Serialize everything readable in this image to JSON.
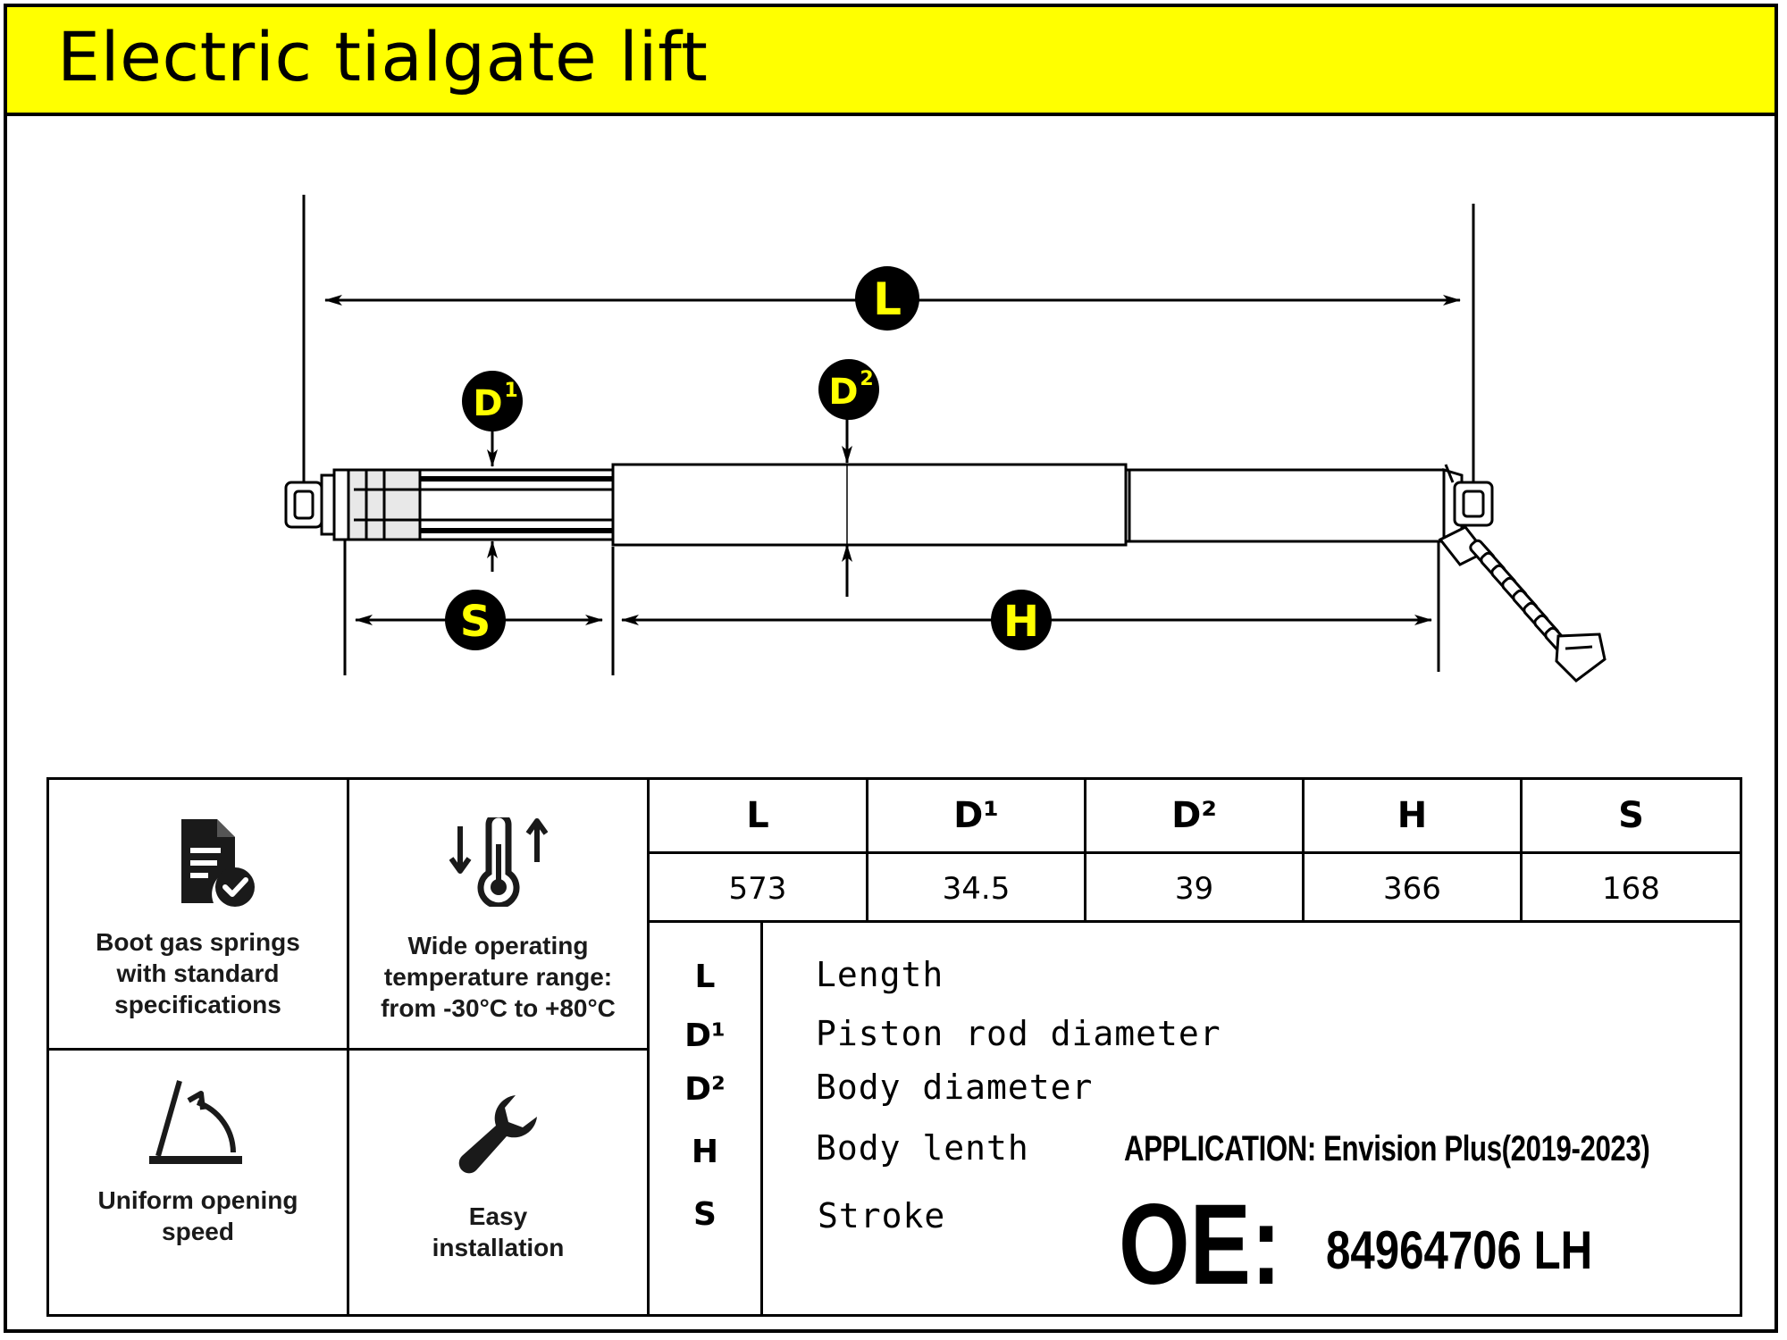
{
  "title": "Electric tialgate lift",
  "colors": {
    "accent": "#ffff00",
    "ink": "#000000",
    "badge_text": "#ffff00"
  },
  "diagram_labels": {
    "L": "L",
    "D1_base": "D",
    "D1_sup": "1",
    "D2_base": "D",
    "D2_sup": "2",
    "S": "S",
    "H": "H"
  },
  "features": [
    {
      "icon": "document-check-icon",
      "label_lines": [
        "Boot gas springs",
        "with standard",
        "specifications"
      ]
    },
    {
      "icon": "thermometer-arrows-icon",
      "label_lines": [
        "Wide operating",
        "temperature range:",
        "from -30°C to +80°C"
      ]
    },
    {
      "icon": "opening-angle-icon",
      "label_lines": [
        "Uniform opening",
        "speed"
      ]
    },
    {
      "icon": "wrench-icon",
      "label_lines": [
        "Easy",
        "installation"
      ]
    }
  ],
  "spec_table": {
    "headers": [
      "L",
      "D¹",
      "D²",
      "H",
      "S"
    ],
    "values": [
      "573",
      "34.5",
      "39",
      "366",
      "168"
    ]
  },
  "legend": [
    {
      "symbol": "L",
      "description": "Length"
    },
    {
      "symbol": "D¹",
      "description": "Piston rod diameter"
    },
    {
      "symbol": "D²",
      "description": "Body diameter"
    },
    {
      "symbol": "H",
      "description": "Body lenth"
    },
    {
      "symbol": "S",
      "description": "Stroke"
    }
  ],
  "application": "APPLICATION: Envision Plus(2019-2023)",
  "oe": {
    "label": "OE:",
    "number": "84964706  LH"
  }
}
